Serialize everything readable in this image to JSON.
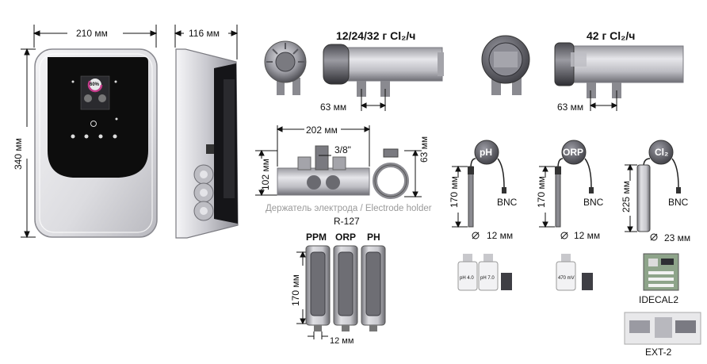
{
  "dims": {
    "controller_width": "210 мм",
    "controller_depth": "116 мм",
    "controller_height": "340 мм",
    "cell_small_title": "12/24/32 г Cl₂/ч",
    "cell_small_pipe": "63 мм",
    "cell_big_title": "42 г Cl₂/ч",
    "cell_big_pipe": "63 мм",
    "holder_length": "202 мм",
    "holder_thread": "3/8\"",
    "holder_height": "102 мм",
    "holder_pipe": "63 мм",
    "holder_caption": "Держатель электрода / Electrode holder",
    "holder_model": "R-127",
    "tank_ppm": "PPM",
    "tank_orp": "ORP",
    "tank_ph": "PH",
    "tank_height": "170 мм",
    "tank_width": "12 мм",
    "ph_sensor_label": "pH",
    "ph_sensor_length": "170 мм",
    "ph_connector": "BNC",
    "ph_diameter": "12 мм",
    "orp_sensor_label": "ORP",
    "orp_sensor_length": "170 мм",
    "orp_connector": "BNC",
    "orp_diameter": "12 мм",
    "cl_sensor_label": "Cl₂",
    "cl_sensor_length": "225 мм",
    "cl_connector": "BNC",
    "cl_diameter": "23 мм",
    "bottle_ph4": "pH 4.0",
    "bottle_ph7": "pH 7.0",
    "bottle_orp": "470 mV",
    "kit_label": "IDECAL2",
    "ext_label": "EXT-2",
    "screen_value": "60%"
  },
  "colors": {
    "panel_black": "#0d0d0d",
    "body_grey": "#d9d9dc",
    "metal_dark": "#6d6d72",
    "accent_pink": "#c43b8a"
  }
}
